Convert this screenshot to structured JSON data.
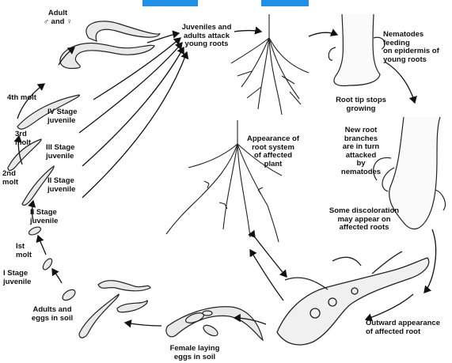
{
  "labels": {
    "adult": "Adult\n♂ and ♀",
    "juveniles_attack": "Juveniles and\nadults attack\nyoung roots",
    "feeding": "Nematodes feeding\non epidermis of\nyoung roots",
    "root_tip": "Root tip stops\ngrowing",
    "fourth_molt": "4th molt",
    "iv_stage": "IV Stage\njuvenile",
    "third_molt": "3rd\nmolt",
    "iii_stage": "III Stage\njuvenile",
    "second_molt": "2nd\nmolt",
    "ii_stage_a": "II Stage\njuvenile",
    "ii_stage_b": "II Stage\njuvenile",
    "appearance_root_system": "Appearance of\nroot system\nof affected\nplant",
    "new_root_branches": "New root\nbranches\nare in turn\nattacked\nby\nnematodes",
    "discoloration": "Some discoloration\nmay appear on\naffected roots",
    "first_molt": "Ist\nmolt",
    "i_stage": "I Stage\njuvenile",
    "adults_eggs": "Adults and\neggs in soil",
    "female_laying": "Female laying\neggs in soil",
    "outward_appearance": "Outward appearance\nof affected root"
  },
  "colors": {
    "accent": "#1e90e6",
    "ink": "#111111"
  }
}
